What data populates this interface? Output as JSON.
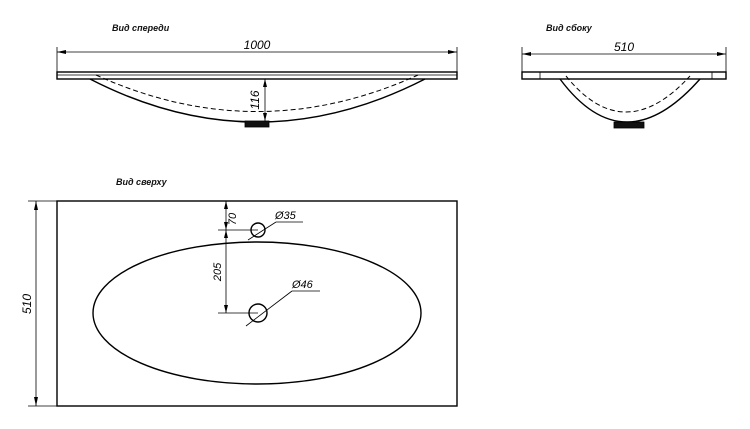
{
  "views": {
    "front": {
      "title": "Вид спереди"
    },
    "side": {
      "title": "Вид сбоку"
    },
    "top": {
      "title": "Вид сверху"
    }
  },
  "dimensions": {
    "front_width": "1000",
    "front_depth": "116",
    "side_width": "510",
    "top_height": "510",
    "hole_offset": "70",
    "hole_spacing": "205",
    "small_hole": "Ø35",
    "large_hole": "Ø46"
  }
}
